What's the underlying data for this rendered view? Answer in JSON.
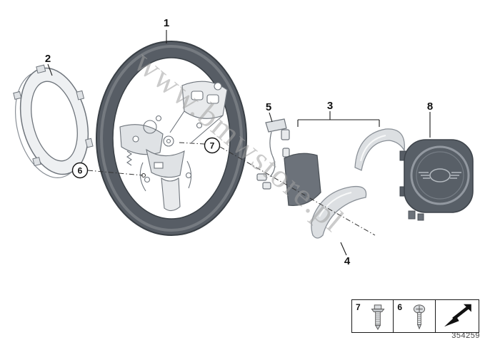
{
  "diagram": {
    "id": "354259",
    "watermark": "www.bmwstore.pl",
    "callouts": {
      "c1": "1",
      "c2": "2",
      "c3": "3",
      "c4": "4",
      "c5": "5",
      "c6": "6",
      "c7": "7",
      "c8": "8"
    },
    "legend": {
      "items": [
        {
          "label": "7",
          "icon": "hex-flange-screw"
        },
        {
          "label": "6",
          "icon": "oval-head-screw"
        }
      ],
      "arrow_icon": "cross-reference-arrow"
    },
    "colors": {
      "rim_gray": "#575d65",
      "chrome_gray": "#dcdfe2",
      "panel_gray": "#6c727a",
      "line_gray": "#6f757c",
      "watermark_gray": "#a0a0a0"
    }
  }
}
